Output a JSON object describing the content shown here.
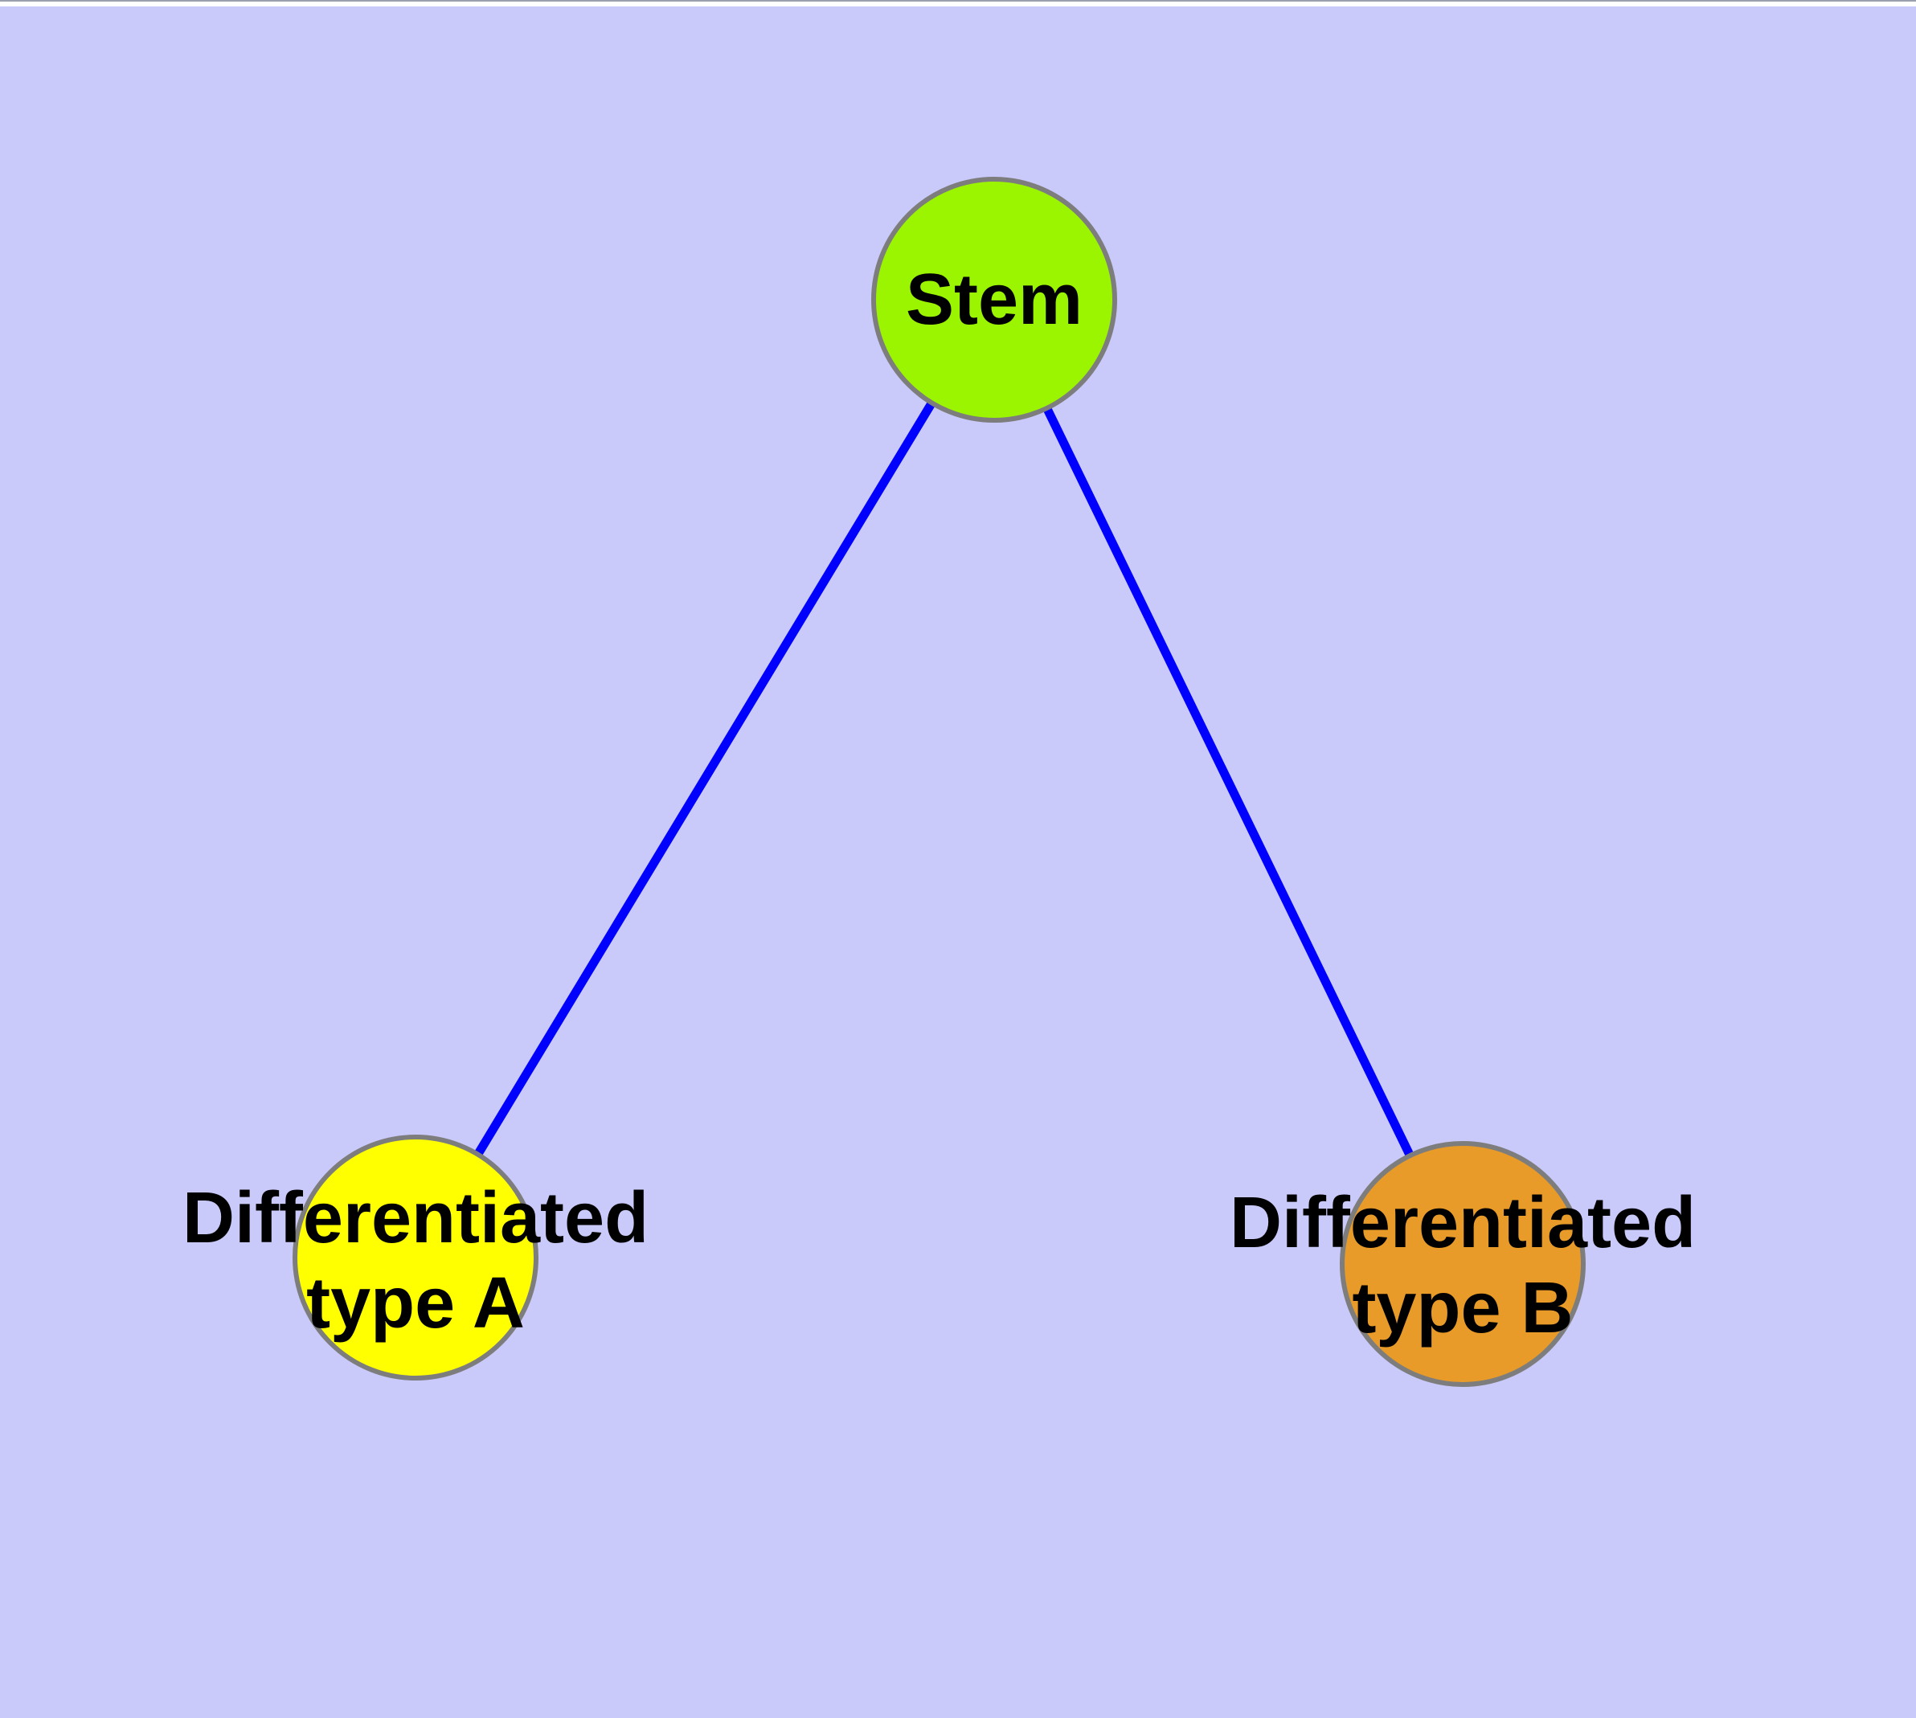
{
  "diagram": {
    "type": "node-link-graph",
    "background_color": "#C9C9FA",
    "top_edge_line_color": "#9aa0ae",
    "label_text_color": "#000000",
    "nodes": [
      {
        "id": "stem",
        "label": "Stem",
        "fill": "#9CF500",
        "border_color": "#7D7D7D"
      },
      {
        "id": "type-a",
        "label": "Differentiated\ntype A",
        "fill": "#FFFF00",
        "border_color": "#7D7D7D"
      },
      {
        "id": "type-b",
        "label": "Differentiated\ntype B",
        "fill": "#E89B28",
        "border_color": "#7D7D7D"
      }
    ],
    "edges": [
      {
        "from": "stem",
        "to": "type-a",
        "color": "#0000FF"
      },
      {
        "from": "stem",
        "to": "type-b",
        "color": "#0000FF"
      }
    ]
  }
}
